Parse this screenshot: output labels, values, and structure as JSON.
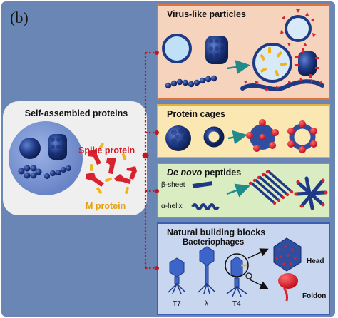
{
  "panel_label": "(b)",
  "left": {
    "title": "Self-assembled proteins",
    "spike_label": "Spike protein",
    "m_label": "M protein"
  },
  "boxes": {
    "vlp": {
      "title": "Virus-like particles"
    },
    "cages": {
      "title": "Protein cages"
    },
    "denovo": {
      "title_italic": "De novo",
      "title_rest": " peptides",
      "beta_label": "β-sheet",
      "alpha_label": "α-helix"
    },
    "natural": {
      "title": "Natural building blocks",
      "subtitle": "Bacteriophages",
      "phage_labels": [
        "T7",
        "λ",
        "T4"
      ],
      "head_label": "Head",
      "foldon_label": "Foldon"
    }
  },
  "colors": {
    "background": "#6a86b4",
    "vlp_fill": "#f6d3bc",
    "vlp_border": "#e0733a",
    "cage_fill": "#fbe7b2",
    "cage_border": "#e1b13a",
    "denovo_fill": "#d9ecc2",
    "denovo_border": "#72ad3e",
    "natural_fill": "#c8d7ef",
    "natural_border": "#3d5fb3",
    "connector": "#c2161f"
  }
}
